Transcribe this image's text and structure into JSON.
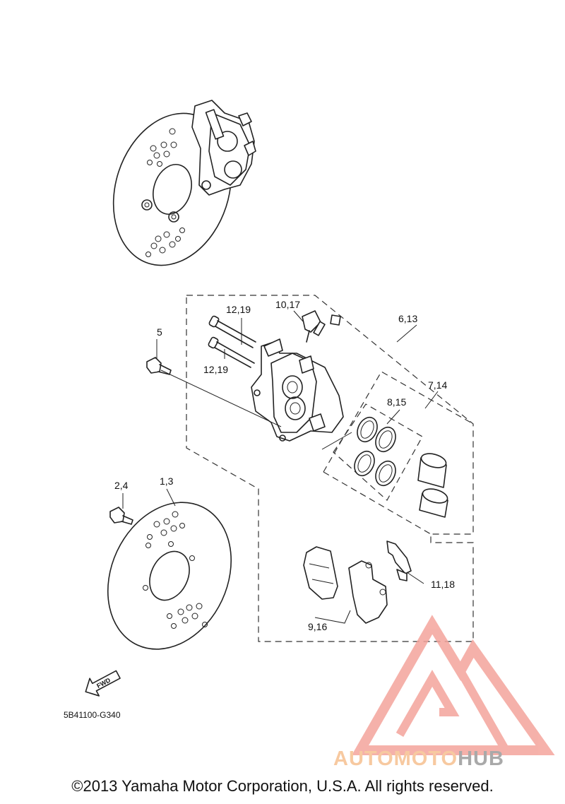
{
  "diagram": {
    "labels": {
      "l_12_19_top": "12,19",
      "l_10_17": "10,17",
      "l_6_13": "6,13",
      "l_5": "5",
      "l_12_19_bot": "12,19",
      "l_7_14": "7,14",
      "l_8_15": "8,15",
      "l_2_4": "2,4",
      "l_1_3": "1,3",
      "l_11_18": "11,18",
      "l_9_16": "9,16"
    },
    "fwd_label": "FWD",
    "part_code": "5B41100-G340"
  },
  "watermark": {
    "part1": "AUTOMOTO",
    "part2": "HUB",
    "colors": {
      "triangle": "#f4a49c",
      "text1": "#f7c9a0",
      "text2": "#a9a9a9"
    }
  },
  "copyright": "©2013 Yamaha Motor Corporation, U.S.A. All rights reserved."
}
